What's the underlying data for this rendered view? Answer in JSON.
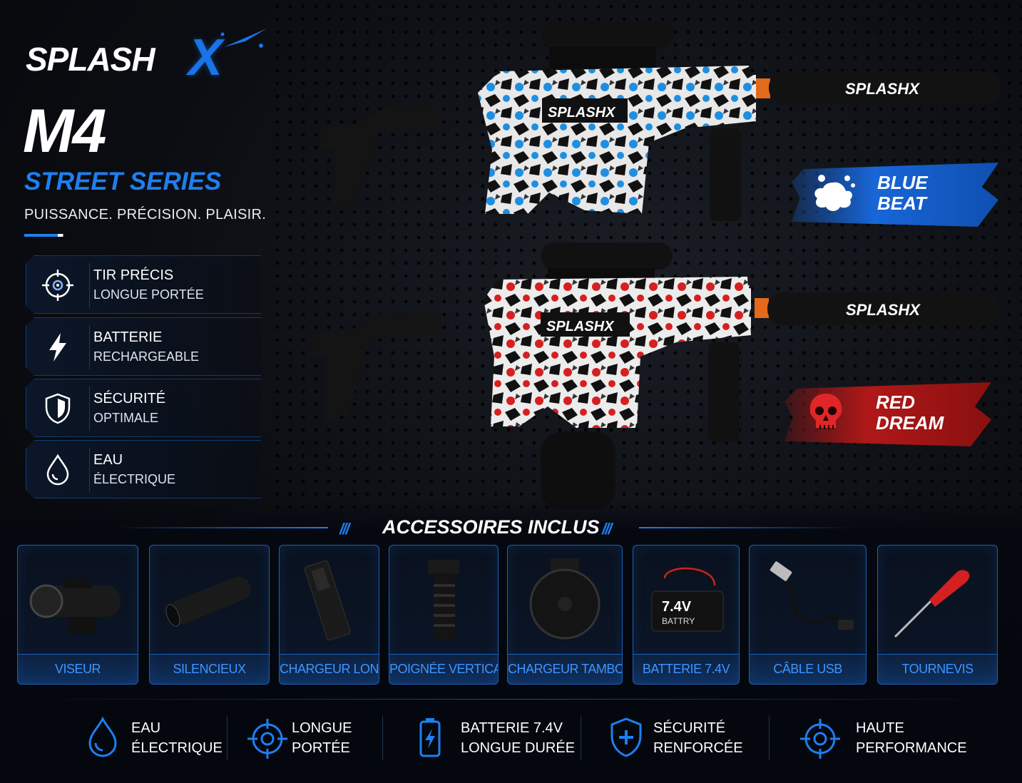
{
  "brand": {
    "name_main": "SPLASH",
    "name_x": "X"
  },
  "product": {
    "model": "M4",
    "series": "STREET SERIES",
    "tagline": "PUISSANCE. PRÉCISION. PLAISIR."
  },
  "features": [
    {
      "line1": "TIR PRÉCIS",
      "line2": "LONGUE PORTÉE",
      "icon": "crosshair-icon"
    },
    {
      "line1": "BATTERIE",
      "line2": "RECHARGEABLE",
      "icon": "lightning-icon"
    },
    {
      "line1": "SÉCURITÉ",
      "line2": "OPTIMALE",
      "icon": "shield-icon"
    },
    {
      "line1": "EAU",
      "line2": "ÉLECTRIQUE",
      "icon": "water-drop-icon"
    }
  ],
  "guns": [
    {
      "body_label": "SPLASHX",
      "suppressor_label": "SPLASHX",
      "accent": "#1e8fe0"
    },
    {
      "body_label": "SPLASHX",
      "suppressor_label": "SPLASHX",
      "accent": "#d62020"
    }
  ],
  "variants": [
    {
      "line1": "BLUE",
      "line2": "BEAT",
      "color": "#1866d8",
      "icon": "splash-icon"
    },
    {
      "line1": "RED",
      "line2": "DREAM",
      "color": "#b01818",
      "icon": "skull-icon"
    }
  ],
  "accessories": {
    "title": "ACCESSOIRES INCLUS",
    "items": [
      {
        "label": "VISEUR",
        "icon": "scope-icon"
      },
      {
        "label": "SILENCIEUX",
        "icon": "suppressor-icon"
      },
      {
        "label": "CHARGEUR LONG",
        "icon": "long-magazine-icon"
      },
      {
        "label": "POIGNÉE VERTICALE",
        "icon": "vertical-grip-icon"
      },
      {
        "label": "CHARGEUR TAMBOUR",
        "icon": "drum-magazine-icon"
      },
      {
        "label": "BATTERIE 7.4V",
        "icon": "battery-pack-icon",
        "printed_text": "7.4V BATTRY"
      },
      {
        "label": "CÂBLE USB",
        "icon": "usb-cable-icon"
      },
      {
        "label": "TOURNEVIS",
        "icon": "screwdriver-icon"
      }
    ]
  },
  "specs": [
    {
      "line1": "EAU",
      "line2": "ÉLECTRIQUE",
      "icon": "water-drop-icon"
    },
    {
      "line1": "LONGUE",
      "line2": "PORTÉE",
      "icon": "crosshair-icon"
    },
    {
      "line1": "BATTERIE 7.4V",
      "line2": "LONGUE DURÉE",
      "icon": "battery-icon"
    },
    {
      "line1": "SÉCURITÉ",
      "line2": "RENFORCÉE",
      "icon": "shield-plus-icon"
    },
    {
      "line1": "HAUTE",
      "line2": "PERFORMANCE",
      "icon": "crosshair-icon"
    }
  ],
  "colors": {
    "accent_blue": "#1e7ff0",
    "accent_red": "#d62020",
    "background": "#06080c"
  }
}
